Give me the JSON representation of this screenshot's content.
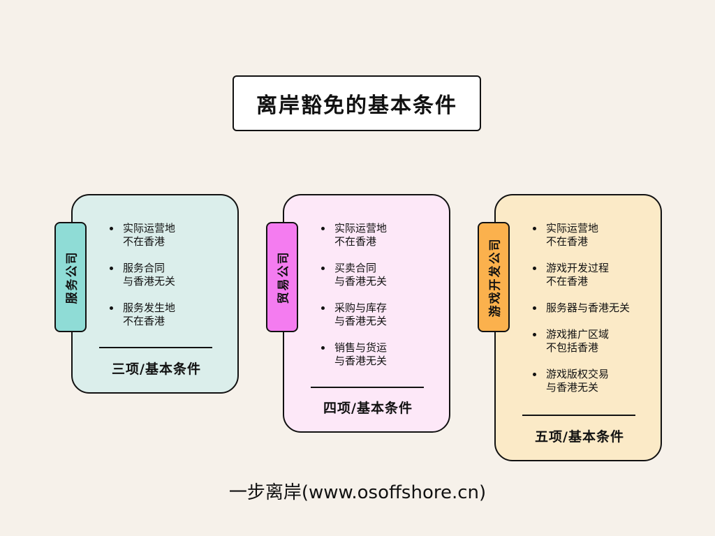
{
  "title": "离岸豁免的基本条件",
  "colors": {
    "background": "#f6f1ea",
    "service_card": "#dbeeeb",
    "service_tab": "#8fdcd6",
    "trade_card": "#fde8f8",
    "trade_tab": "#f47cf0",
    "game_card": "#fbeac7",
    "game_tab": "#fbb14d"
  },
  "cards": [
    {
      "label": "服务公司",
      "items": [
        "实际运营地\n不在香港",
        "服务合同\n与香港无关",
        "服务发生地\n不在香港"
      ],
      "summary": "三项/基本条件"
    },
    {
      "label": "贸易公司",
      "items": [
        "实际运营地\n不在香港",
        "买卖合同\n与香港无关",
        "采购与库存\n与香港无关",
        "销售与货运\n与香港无关"
      ],
      "summary": "四项/基本条件"
    },
    {
      "label": "游戏开发公司",
      "items": [
        "实际运营地\n不在香港",
        "游戏开发过程\n不在香港",
        "服务器与香港无关",
        "游戏推广区域\n不包括香港",
        "游戏版权交易\n与香港无关"
      ],
      "summary": "五项/基本条件"
    }
  ],
  "footer": "一步离岸(www.osoffshore.cn)"
}
